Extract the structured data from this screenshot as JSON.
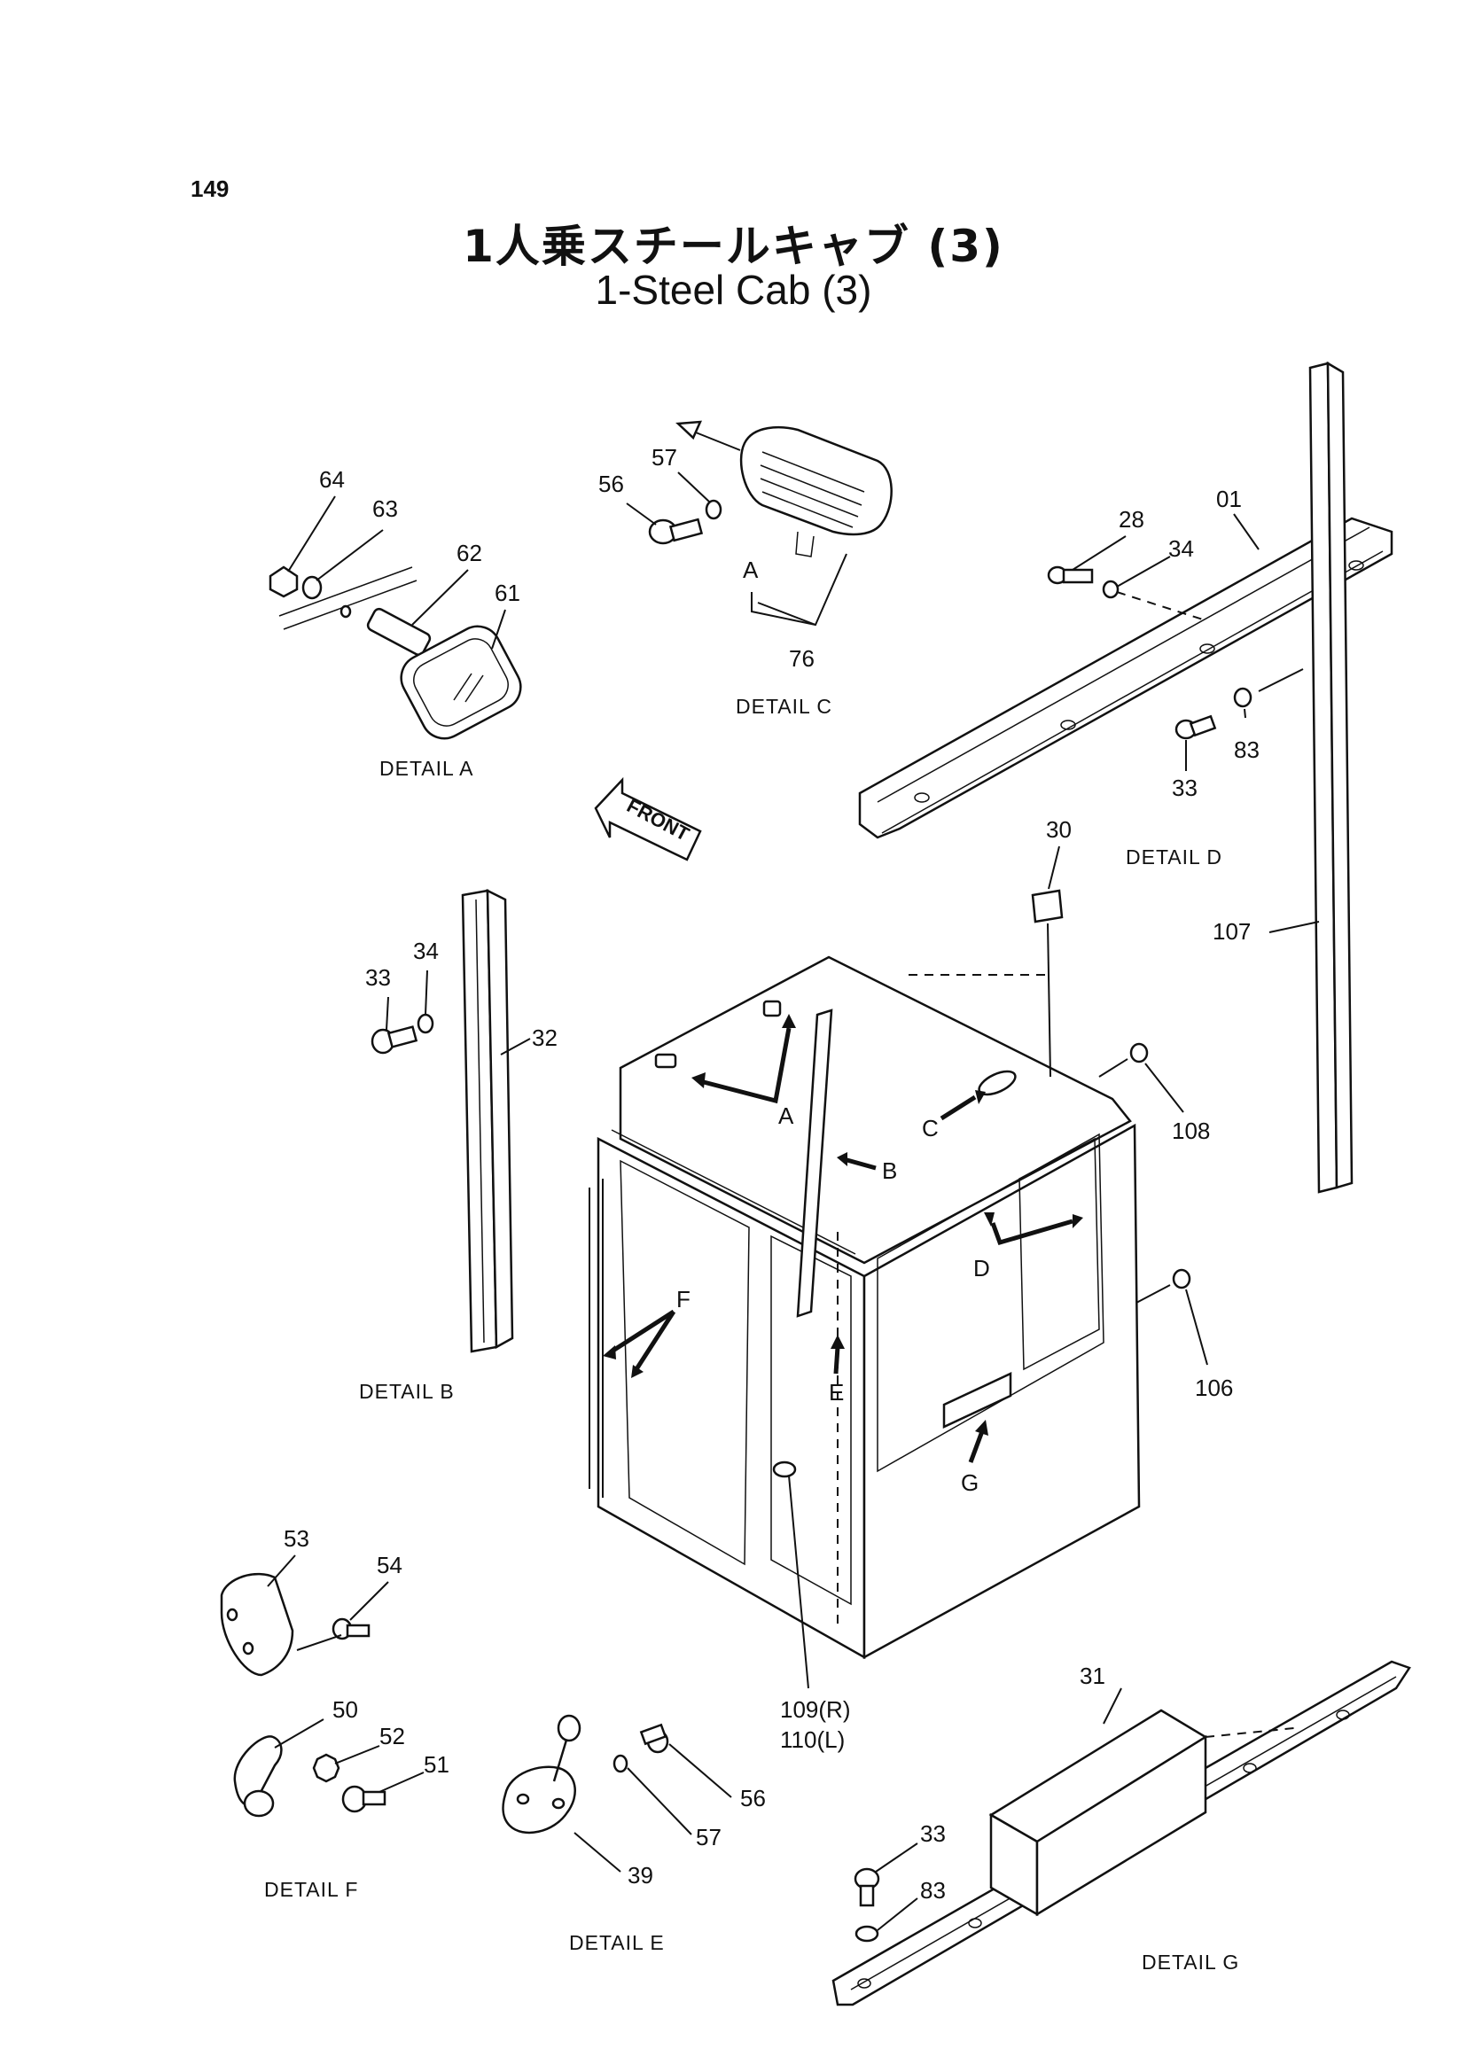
{
  "page_number": "149",
  "title_jp": "1人乗スチールキャブ (3)",
  "title_en": "1-Steel Cab (3)",
  "front_label": "FRONT",
  "detail_labels": {
    "a": "DETAIL A",
    "b": "DETAIL B",
    "c": "DETAIL C",
    "d": "DETAIL D",
    "e": "DETAIL E",
    "f": "DETAIL F",
    "g": "DETAIL G"
  },
  "view_letters": {
    "a_small": "A",
    "a": "A",
    "b": "B",
    "c": "C",
    "d": "D",
    "e": "E",
    "f": "F",
    "g": "G"
  },
  "part_numbers": {
    "p64": "64",
    "p63": "63",
    "p62": "62",
    "p61": "61",
    "p56_c": "56",
    "p57_c": "57",
    "p76": "76",
    "p28": "28",
    "p34_d": "34",
    "p01": "01",
    "p83_d": "83",
    "p33_d": "33",
    "p30": "30",
    "p107": "107",
    "p108": "108",
    "p106": "106",
    "p33_b": "33",
    "p34_b": "34",
    "p32": "32",
    "p53": "53",
    "p54": "54",
    "p50": "50",
    "p52": "52",
    "p51": "51",
    "p56_e": "56",
    "p57_e": "57",
    "p39": "39",
    "p109": "109(R)",
    "p110": "110(L)",
    "p31": "31",
    "p33_g": "33",
    "p83_g": "83"
  }
}
